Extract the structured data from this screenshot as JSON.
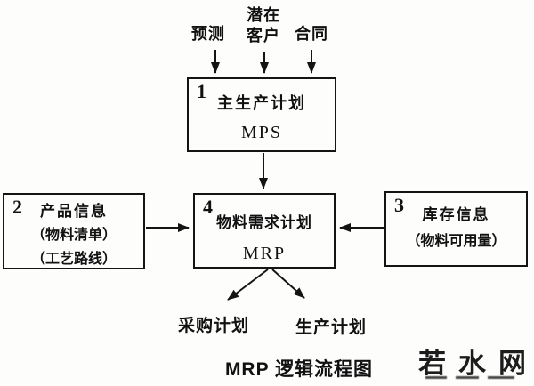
{
  "top_inputs": {
    "forecast": "预测",
    "potential_line1": "潜在",
    "potential_line2": "客户",
    "contract": "合同"
  },
  "boxes": {
    "mps": {
      "number": "1",
      "title": "主生产计划",
      "abbr": "MPS"
    },
    "product": {
      "number": "2",
      "line1": "产品信息",
      "line2": "（物料清单）",
      "line3": "（工艺路线）"
    },
    "inventory": {
      "number": "3",
      "line1": "库存信息",
      "line2": "（物料可用量）"
    },
    "mrp": {
      "number": "4",
      "title": "物料需求计划",
      "abbr": "MRP"
    }
  },
  "outputs": {
    "purchase": "采购计划",
    "production": "生产计划"
  },
  "caption": "MRP 逻辑流程图",
  "watermark": "若水网",
  "colors": {
    "ink": "#111111",
    "background": "#fdfdfc"
  }
}
